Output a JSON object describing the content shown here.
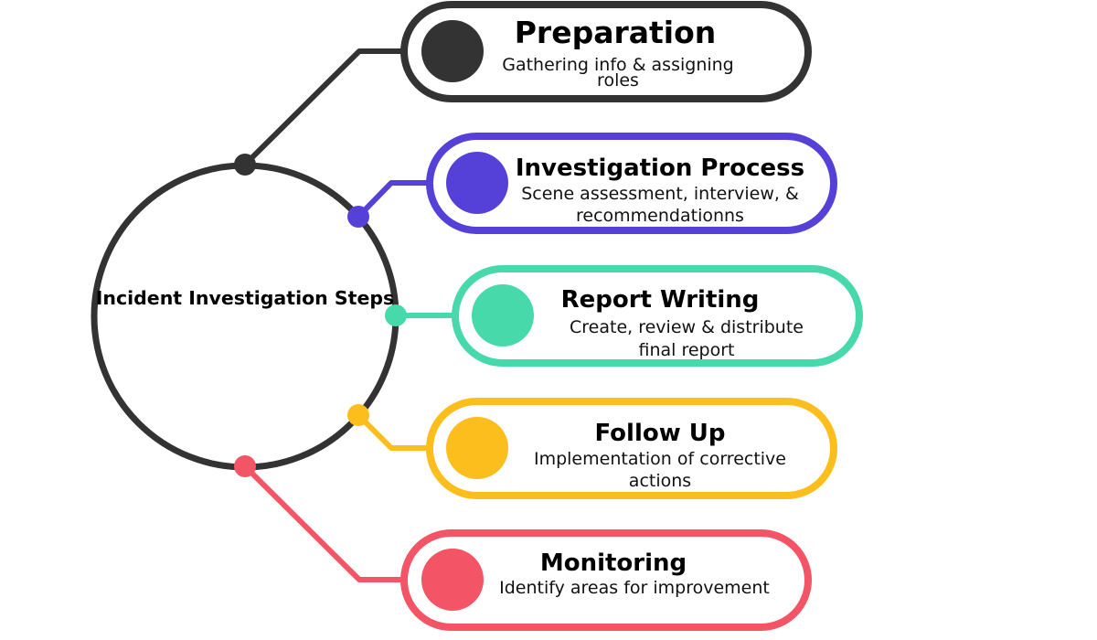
{
  "center": {
    "label": "Incident Investigation Steps",
    "color": "#333333"
  },
  "steps": [
    {
      "title": "Preparation",
      "description": [
        "Gathering info & assigning",
        "roles"
      ],
      "color": "#333333"
    },
    {
      "title": "Investigation Process",
      "description": [
        "Scene assessment, interview, &",
        "recommendationns"
      ],
      "color": "#5540d8"
    },
    {
      "title": "Report Writing",
      "description": [
        "Create, review & distribute",
        "final report"
      ],
      "color": "#48d9aa"
    },
    {
      "title": "Follow Up",
      "description": [
        "Implementation of corrective",
        "actions"
      ],
      "color": "#fbbe1c"
    },
    {
      "title": "Monitoring",
      "description": [
        "Identify areas for improvement"
      ],
      "color": "#f35566"
    }
  ]
}
